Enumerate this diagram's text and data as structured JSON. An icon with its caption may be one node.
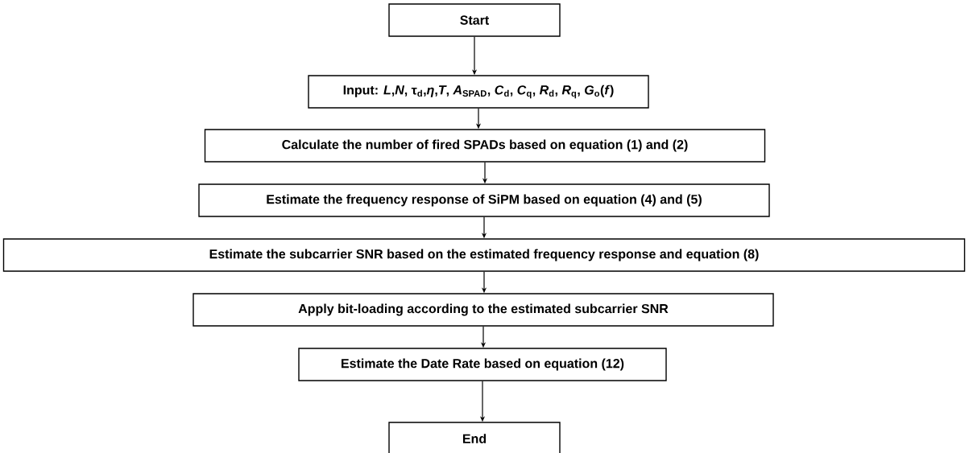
{
  "diagram": {
    "nodes": [
      {
        "text": [
          "Start"
        ]
      },
      {
        "text": [
          "Input: *L*,*N*, τ$_{d}$,*η*,*T*, *A*$_{SPAD}$, *C*$_{d}$, *C*$_{q}$, *R*$_{d}$, *R*$_{q}$, *G*$_{o}$(*f*)"
        ]
      },
      {
        "text": [
          "Calculate the number of fired SPADs based on equation (1) and (2)"
        ]
      },
      {
        "text": [
          "Estimate the frequency response of SiPM based on equation (4) and (5)"
        ]
      },
      {
        "text": [
          "Estimate the subcarrier SNR based on the estimated frequency response and equation (8)"
        ]
      },
      {
        "text": [
          "Apply bit-loading according to the estimated subcarrier SNR"
        ]
      },
      {
        "text": [
          "Estimate the Date Rate based on equation (12)"
        ]
      },
      {
        "text": [
          "End"
        ]
      }
    ],
    "edges": [
      {
        "from": 0,
        "to": 1,
        "arrow": "to"
      },
      {
        "from": 1,
        "to": 2,
        "arrow": "to"
      },
      {
        "from": 2,
        "to": 3,
        "arrow": "to"
      },
      {
        "from": 3,
        "to": 4,
        "arrow": "to"
      },
      {
        "from": 4,
        "to": 5,
        "arrow": "to"
      },
      {
        "from": 5,
        "to": 6,
        "arrow": "to"
      },
      {
        "from": 6,
        "to": 7,
        "arrow": "to"
      }
    ]
  }
}
